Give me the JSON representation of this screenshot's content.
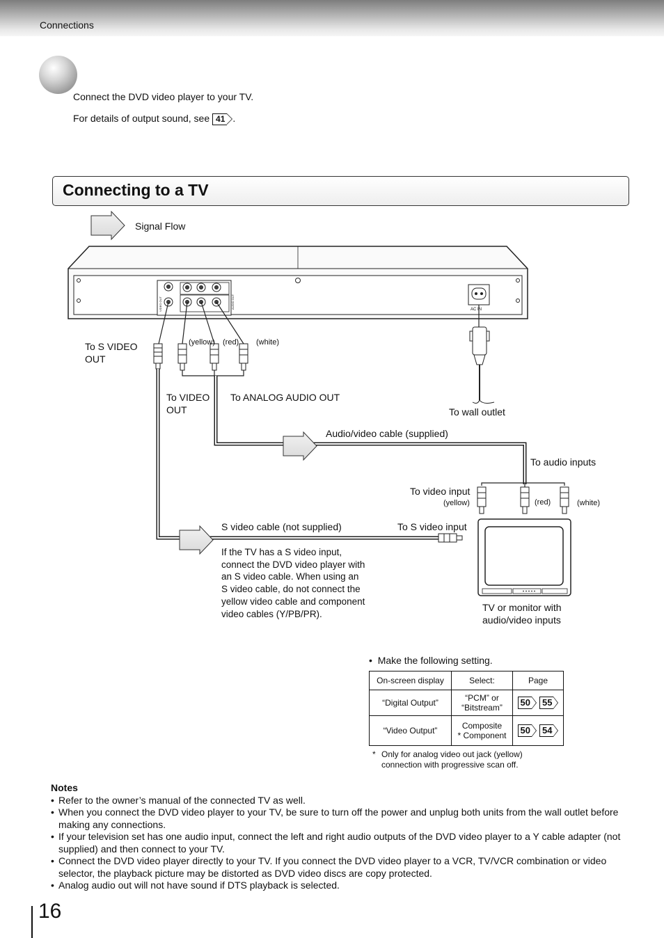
{
  "header": {
    "section_label": "Connections"
  },
  "intro": {
    "line1": "Connect the DVD video player to your TV.",
    "line2_prefix": "For details of output sound, see",
    "line2_page_ref": "41",
    "line2_suffix": "."
  },
  "section": {
    "title": "Connecting to a TV"
  },
  "diagram": {
    "signal_flow": "Signal Flow",
    "to_s_video_out_1": "To S VIDEO",
    "to_s_video_out_2": "OUT",
    "plug_yellow": "(yellow)",
    "plug_red": "(red)",
    "plug_white": "(white)",
    "to_video_out_1": "To VIDEO",
    "to_video_out_2": "OUT",
    "to_analog_audio_out": "To ANALOG AUDIO OUT",
    "to_wall_outlet": "To wall outlet",
    "audio_video_cable": "Audio/video cable (supplied)",
    "to_audio_inputs": "To audio inputs",
    "to_video_input": "To video input",
    "tv_yellow": "(yellow)",
    "tv_red": "(red)",
    "tv_white": "(white)",
    "s_video_cable": "S video cable (not supplied)",
    "to_s_video_input": "To S video input",
    "svideo_note": [
      "If the TV has a  S video input,",
      "connect the DVD video player with",
      "an S video cable. When using an",
      "S video cable, do not connect the",
      "yellow video cable and component",
      "video cables (Y/PB/PR)."
    ],
    "tv_caption_1": "TV or monitor with",
    "tv_caption_2": "audio/video inputs",
    "ac_label": "AC IN",
    "panel_audio_out": "AUDIO OUT",
    "panel_video_out": "VIDEO OUT"
  },
  "settings": {
    "intro": "Make the following setting.",
    "headers": [
      "On-screen display",
      "Select:",
      "Page"
    ],
    "rows": [
      {
        "display": "“Digital Output”",
        "select_1": "“PCM” or",
        "select_2": "“Bitstream”",
        "page_a": "50",
        "page_b": "55"
      },
      {
        "display": "“Video Output”",
        "select_1": "Composite",
        "select_2": "* Component",
        "page_a": "50",
        "page_b": "54"
      }
    ],
    "footnote_mark": "*",
    "footnote_1": "Only for analog video out jack (yellow)",
    "footnote_2": "connection with progressive scan off."
  },
  "notes": {
    "title": "Notes",
    "items": [
      "Refer to the owner’s manual of the connected TV as well.",
      "When you connect the DVD video player to your TV, be sure to turn off the power and unplug both units from the wall outlet before making any connections.",
      "If your television set has one audio input, connect the left and right audio outputs of the DVD video player to a Y cable adapter (not supplied) and then connect to your TV.",
      "Connect the DVD video player directly to your TV.  If you connect the DVD video player to a VCR, TV/VCR combination or video selector, the playback picture may be distorted as DVD video discs are copy protected.",
      "Analog audio out will not have sound if DTS playback is selected."
    ]
  },
  "page_number": "16"
}
